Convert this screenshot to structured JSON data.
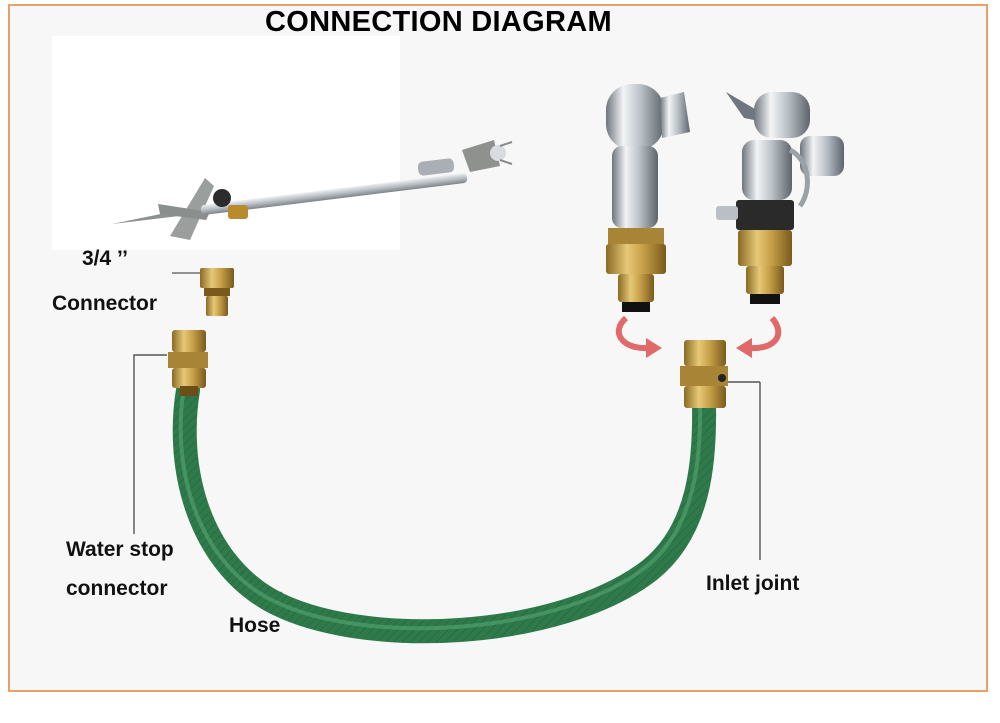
{
  "title": "CONNECTION DIAGRAM",
  "labels": {
    "size": "3/4  ’’",
    "connector": "Connector",
    "water_stop_line1": "Water stop",
    "water_stop_line2": "connector",
    "hose": "Hose",
    "inlet_joint": "Inlet joint"
  },
  "colors": {
    "border": "#e8a06b",
    "hose": "#2f7a4a",
    "brass": "#c9a24a",
    "chrome": "#c7cdd3",
    "arrow": "#e06a6a"
  }
}
